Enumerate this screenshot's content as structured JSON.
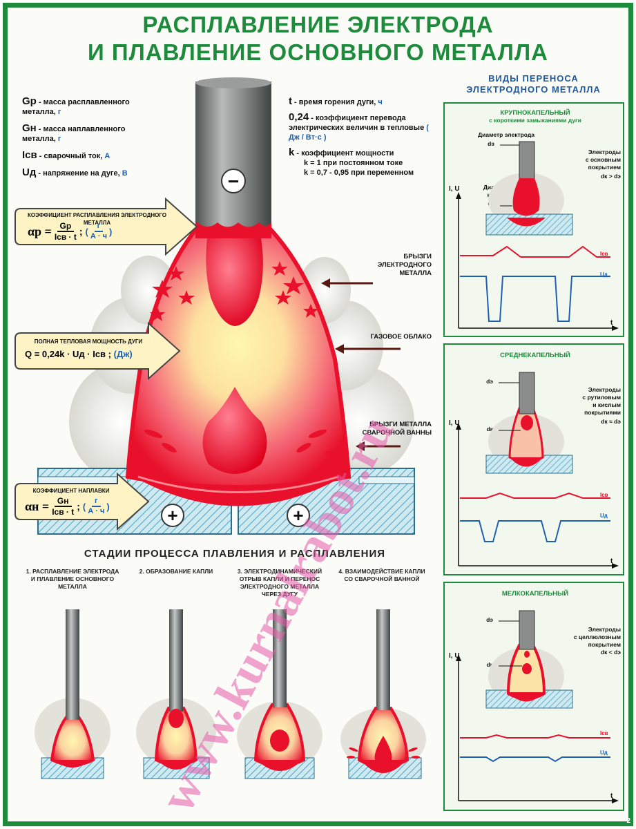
{
  "title": {
    "line1": "РАСПЛАВЛЕНИЕ ЭЛЕКТРОДА",
    "line2": "И ПЛАВЛЕНИЕ ОСНОВНОГО МЕТАЛЛА"
  },
  "legend_left": [
    {
      "sym": "Gр",
      "text": " - масса расплавленного металла, ",
      "unit": "г"
    },
    {
      "sym": "Gн",
      "text": " - масса наплавленного металла, ",
      "unit": "г"
    },
    {
      "sym": "Iсв",
      "text": " - сварочный ток, ",
      "unit": "А"
    },
    {
      "sym": "Uд",
      "text": " - напряжение на дуге, ",
      "unit": "В"
    }
  ],
  "legend_right": {
    "t_sym": "t",
    "t_text": " - время горения дуги, ",
    "t_unit": "ч",
    "coef_sym": "0,24",
    "coef_text": " - коэффициент перевода электрических величин в тепловые",
    "coef_unit": "( Дж / Вт·с )",
    "k_sym": "k",
    "k_text": " - коэффициент мощности",
    "k_line2": "k = 1 при постоянном токе",
    "k_line3": "k = 0,7 - 0,95 при переменном"
  },
  "formulas": {
    "melt_caption": "КОЭФФИЦИЕНТ РАСПЛАВЛЕНИЯ ЭЛЕКТРОДНОГО МЕТАЛЛА",
    "melt_alpha": "αр =",
    "melt_num": "Gр",
    "melt_den": "Iсв · t",
    "melt_unit_num": "г",
    "melt_unit_den": "А · ч",
    "heat_caption": "ПОЛНАЯ ТЕПЛОВАЯ МОЩНОСТЬ ДУГИ",
    "heat_formula": "Q = 0,24k · Uд · Iсв ;",
    "heat_unit": "(Дж)",
    "dep_caption": "КОЭФФИЦИЕНТ НАПЛАВКИ",
    "dep_alpha": "αн =",
    "dep_num": "Gн",
    "dep_den": "Iсв · t",
    "dep_unit_num": "г",
    "dep_unit_den": "А · ч"
  },
  "pointers": {
    "spatter": "БРЫЗГИ\nЭЛЕКТРОДНОГО\nМЕТАЛЛА",
    "gas": "ГАЗОВОЕ ОБЛАКО",
    "pool": "БРЫЗГИ МЕТАЛЛА\nСВАРОЧНОЙ ВАННЫ"
  },
  "polarity": {
    "electrode": "−",
    "base_left": "+",
    "base_right": "+"
  },
  "stages": {
    "title": "СТАДИИ ПРОЦЕССА ПЛАВЛЕНИЯ И РАСПЛАВЛЕНИЯ",
    "items": [
      "1. РАСПЛАВЛЕНИЕ ЭЛЕКТРОДА\nИ ПЛАВЛЕНИЕ ОСНОВНОГО\nМЕТАЛЛА",
      "2. ОБРАЗОВАНИЕ КАПЛИ",
      "3. ЭЛЕКТРОДИНАМИЧЕСКИЙ\nОТРЫВ КАПЛИ И ПЕРЕНОС\nЭЛЕКТРОДНОГО МЕТАЛЛА\nЧЕРЕЗ ДУГУ",
      "4. ВЗАИМОДЕЙСТВИЕ КАПЛИ\nСО СВАРОЧНОЙ ВАННОЙ"
    ]
  },
  "transfer": {
    "heading": "ВИДЫ ПЕРЕНОСА\nЭЛЕКТРОДНОГО МЕТАЛЛА",
    "panels": [
      {
        "title": "КРУПНОКАПЕЛЬНЫЙ",
        "subtitle": "с короткими замыканиями дуги",
        "electrode_note": "Диаметр электрода",
        "drop_note": "Диаметр капли",
        "d_e": "dэ",
        "d_k": "dк",
        "coating": "Электроды\nс основным\nпокрытием",
        "relation": "dк > dэ"
      },
      {
        "title": "СРЕДНЕКАПЕЛЬНЫЙ",
        "subtitle": "",
        "d_e": "dэ",
        "d_k": "dк",
        "coating": "Электроды\nс рутиловым\nи кислым\nпокрытиями",
        "relation": "dк ≈ dэ"
      },
      {
        "title": "МЕЛКОКАПЕЛЬНЫЙ",
        "subtitle": "",
        "d_e": "dэ",
        "d_k": "dк",
        "coating": "Электроды\nс целлюлозным\nпокрытием",
        "relation": "dк < dэ"
      }
    ],
    "y_axis": "I, U",
    "x_axis": "t",
    "current_label": "Iсв",
    "voltage_label": "Uд"
  },
  "watermark": "www.kurnalrabot.ru",
  "page_number": "2",
  "colors": {
    "green": "#1e8a3c",
    "red": "#e8102a",
    "blue": "#1f5fb0",
    "hatch": "#5aaec8",
    "steel": "#7a7d7c"
  }
}
